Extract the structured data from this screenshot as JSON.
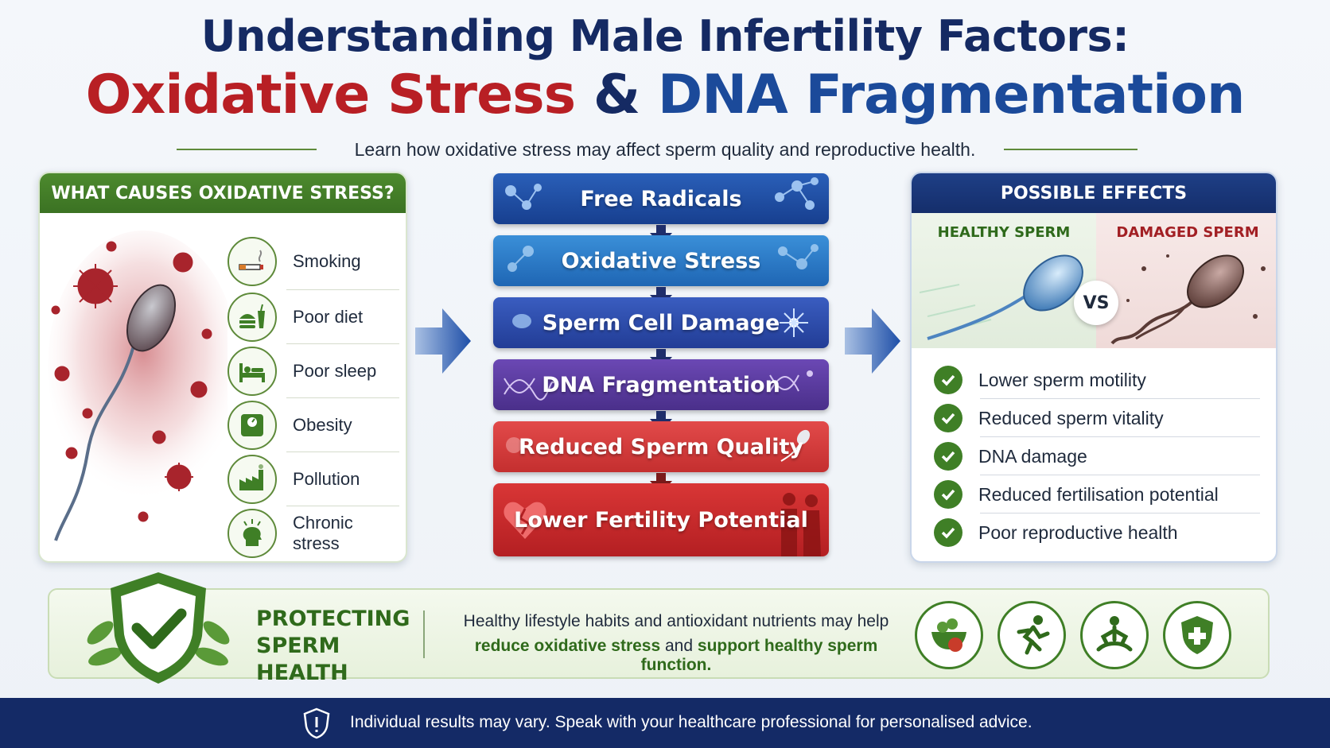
{
  "header": {
    "title_line1": "Understanding Male Infertility Factors:",
    "title_line2_red": "Oxidative Stress",
    "title_line2_amp": "&",
    "title_line2_blue": "DNA Fragmentation",
    "subtitle": "Learn how oxidative stress may affect sperm quality and reproductive health."
  },
  "causes": {
    "title": "WHAT CAUSES OXIDATIVE STRESS?",
    "items": [
      {
        "label": "Smoking",
        "icon": "cigarette-icon"
      },
      {
        "label": "Poor diet",
        "icon": "fast-food-icon"
      },
      {
        "label": "Poor sleep",
        "icon": "bed-icon"
      },
      {
        "label": "Obesity",
        "icon": "scale-icon"
      },
      {
        "label": "Pollution",
        "icon": "factory-icon"
      },
      {
        "label": "Chronic stress",
        "icon": "stressed-head-icon"
      }
    ]
  },
  "flow": {
    "steps": [
      {
        "label": "Free Radicals",
        "color": "#1e4fa8"
      },
      {
        "label": "Oxidative Stress",
        "color": "#2b78c4"
      },
      {
        "label": "Sperm Cell Damage",
        "color": "#2e4fa6"
      },
      {
        "label": "DNA Fragmentation",
        "color": "#5a3a9e"
      },
      {
        "label": "Reduced Sperm Quality",
        "color": "#d63a3a"
      },
      {
        "label": "Lower Fertility Potential",
        "color": "#c92a2a"
      }
    ]
  },
  "effects": {
    "title": "POSSIBLE EFFECTS",
    "healthy_label": "HEALTHY SPERM",
    "damaged_label": "DAMAGED SPERM",
    "vs": "VS",
    "items": [
      "Lower sperm motility",
      "Reduced sperm vitality",
      "DNA damage",
      "Reduced fertilisation potential",
      "Poor reproductive health"
    ]
  },
  "protect": {
    "title_line1": "PROTECTING",
    "title_line2": "SPERM HEALTH",
    "text_line1": "Healthy lifestyle habits and antioxidant nutrients may help",
    "text_line2_bold1": "reduce oxidative stress",
    "text_line2_mid": " and ",
    "text_line2_bold2": "support healthy sperm function.",
    "tips": [
      "healthy-food-icon",
      "running-icon",
      "meditation-icon",
      "health-shield-icon"
    ]
  },
  "footer": {
    "text": "Individual results may vary. Speak with your healthcare professional for personalised advice."
  },
  "colors": {
    "navy": "#152a63",
    "red": "#b81f24",
    "blue": "#1b4a9a",
    "green": "#3f7f26"
  }
}
